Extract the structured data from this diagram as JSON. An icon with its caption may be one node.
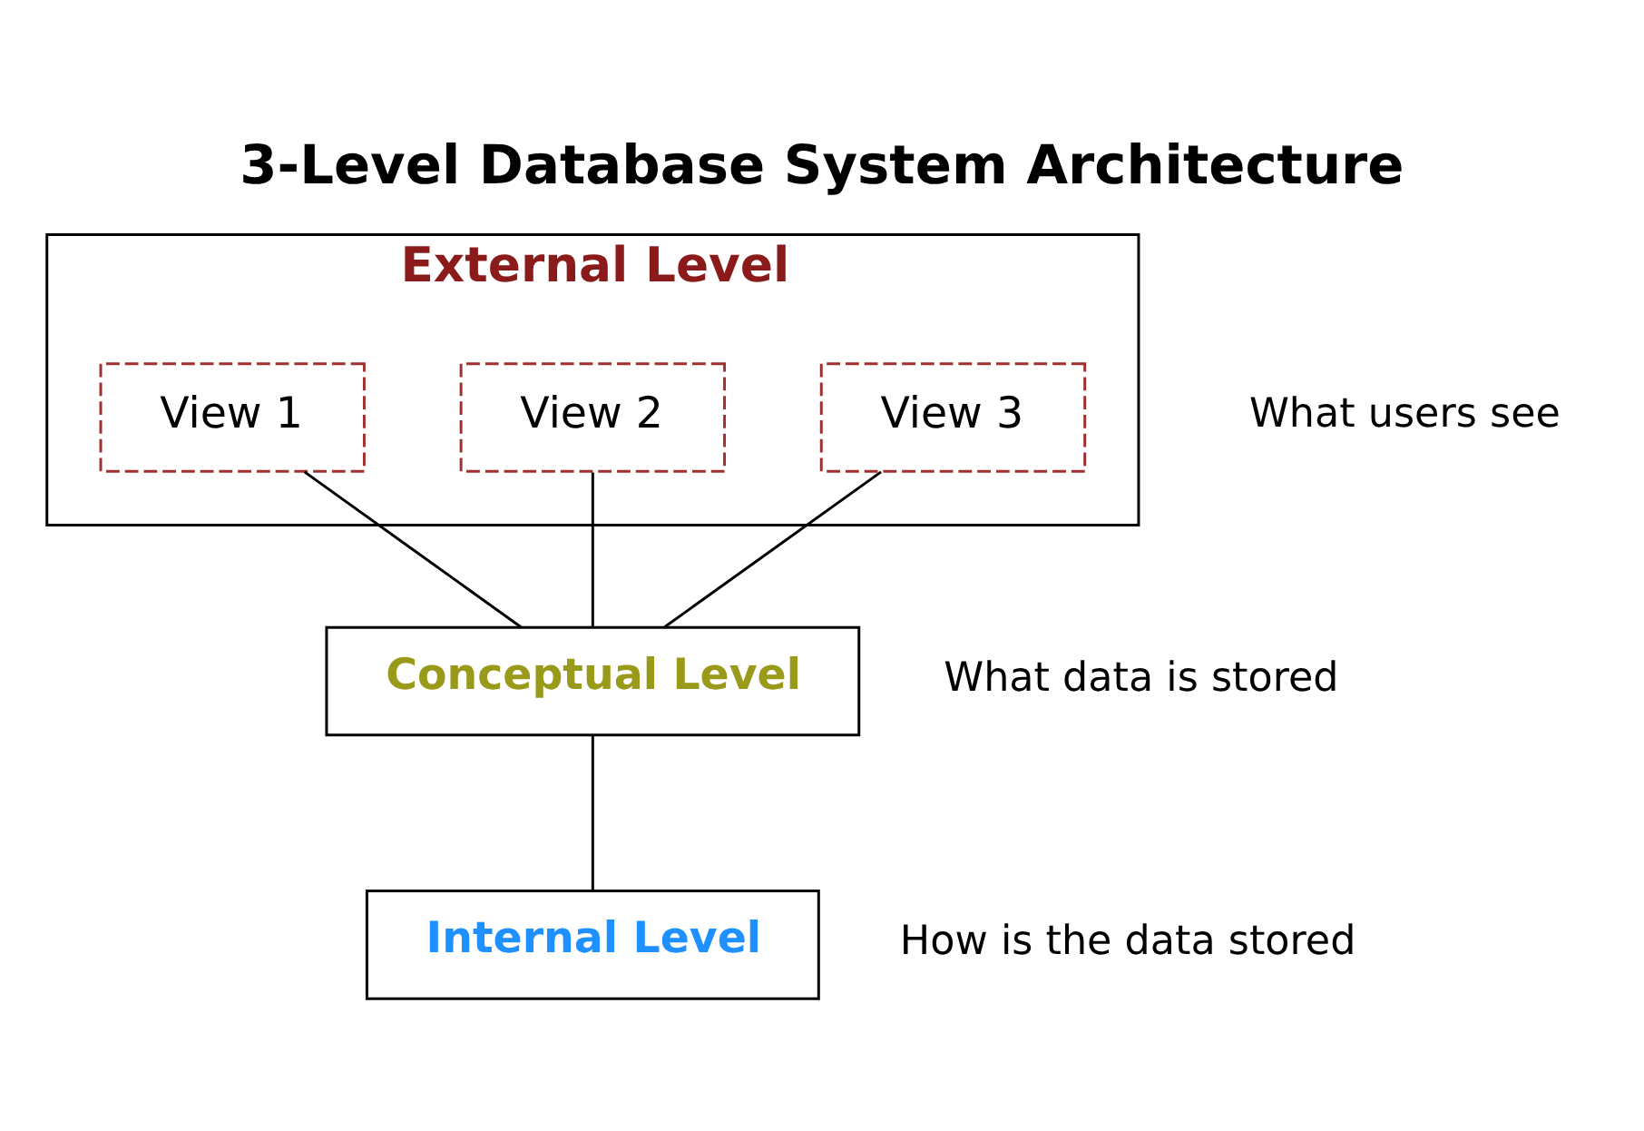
{
  "diagram": {
    "title": "3-Level Database System Architecture",
    "nodes": [
      {
        "text": [
          "External Level"
        ],
        "beside": [
          "What users see"
        ]
      },
      {
        "text": [
          "View 1"
        ],
        "in": 0
      },
      {
        "text": [
          "View 2"
        ],
        "in": 0
      },
      {
        "text": [
          "View 3"
        ],
        "in": 0
      },
      {
        "text": [
          "Conceptual Level"
        ],
        "beside": [
          "What data is stored"
        ]
      },
      {
        "text": [
          "Internal Level"
        ],
        "beside": [
          "How is the data stored"
        ]
      }
    ],
    "edges": [
      {
        "from": 1,
        "to": 4,
        "arrow": "none"
      },
      {
        "from": 2,
        "to": 4,
        "arrow": "none"
      },
      {
        "from": 3,
        "to": 4,
        "arrow": "none"
      },
      {
        "from": 4,
        "to": 5,
        "arrow": "none"
      }
    ]
  }
}
